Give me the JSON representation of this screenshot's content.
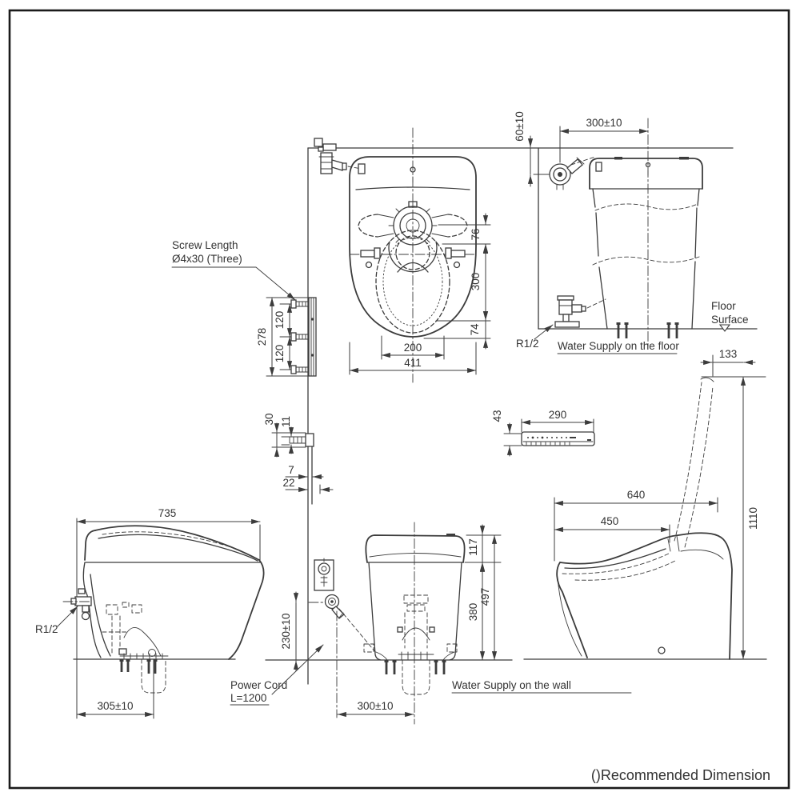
{
  "drawing": {
    "footer_note": "()Recommended Dimension",
    "labels": {
      "screw_length_line1": "Screw Length",
      "screw_length_line2": "Ø4x30 (Three)",
      "r12_floor": "R1/2",
      "r12_side": "R1/2",
      "water_supply_floor": "Water Supply on the floor",
      "water_supply_wall": "Water Supply on the wall",
      "floor_surface_line1": "Floor",
      "floor_surface_line2": "Surface",
      "power_cord_line1": "Power Cord",
      "power_cord_line2": "L=1200"
    },
    "dims": {
      "top_view": {
        "d76": "76",
        "d300": "300",
        "d74": "74",
        "d200": "200",
        "d411": "411"
      },
      "mounting_bracket": {
        "d278": "278",
        "d120a": "120",
        "d120b": "120"
      },
      "floor_supply_view": {
        "d60": "60±10",
        "d300": "300±10"
      },
      "wall_screw_detail": {
        "d30": "30",
        "d11": "11",
        "d7": "7",
        "d22": "22"
      },
      "remote_control": {
        "d43": "43",
        "d290": "290"
      },
      "left_side_view": {
        "d735": "735",
        "d305": "305±10"
      },
      "rear_view": {
        "d230": "230±10",
        "d300": "300±10",
        "d117": "117",
        "d380": "380",
        "d497": "497"
      },
      "right_side_view": {
        "d133": "133",
        "d640": "640",
        "d450": "450",
        "d1110": "1110"
      }
    }
  }
}
